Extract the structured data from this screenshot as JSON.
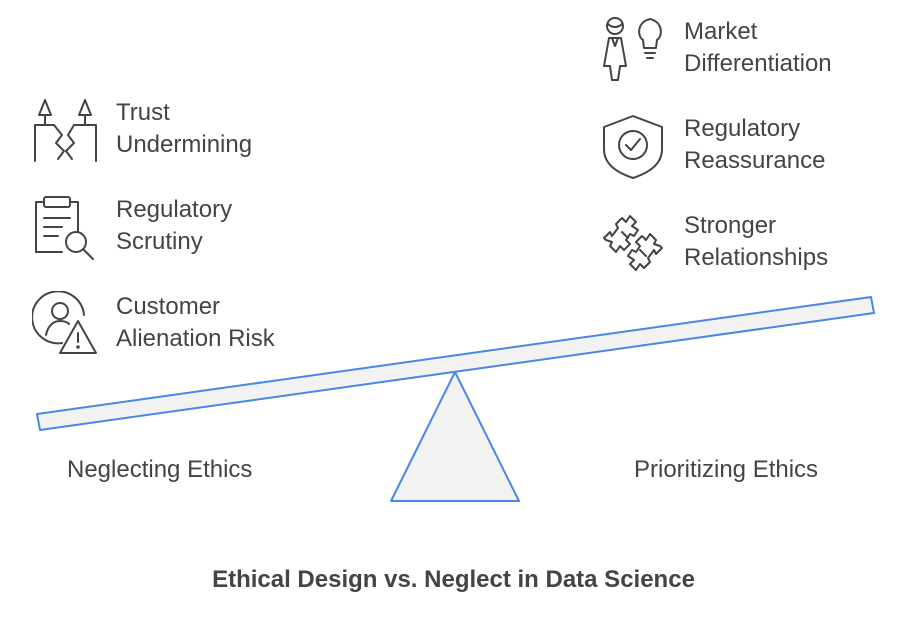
{
  "title": "Ethical Design vs. Neglect in Data Science",
  "left_side": {
    "label": "Neglecting Ethics",
    "items": [
      {
        "icon": "broken-trees-icon",
        "line1": "Trust",
        "line2": "Undermining"
      },
      {
        "icon": "clipboard-search-icon",
        "line1": "Regulatory",
        "line2": "Scrutiny"
      },
      {
        "icon": "user-warning-icon",
        "line1": "Customer",
        "line2": "Alienation Risk"
      }
    ]
  },
  "right_side": {
    "label": "Prioritizing Ethics",
    "items": [
      {
        "icon": "person-lightbulb-icon",
        "line1": "Market",
        "line2": "Differentiation"
      },
      {
        "icon": "shield-check-icon",
        "line1": "Regulatory",
        "line2": "Reassurance"
      },
      {
        "icon": "handshake-puzzle-icon",
        "line1": "Stronger",
        "line2": "Relationships"
      }
    ]
  },
  "colors": {
    "accent": "#4a86e8",
    "fill": "#f2f2f2",
    "text": "#444444",
    "icon": "#444444"
  }
}
